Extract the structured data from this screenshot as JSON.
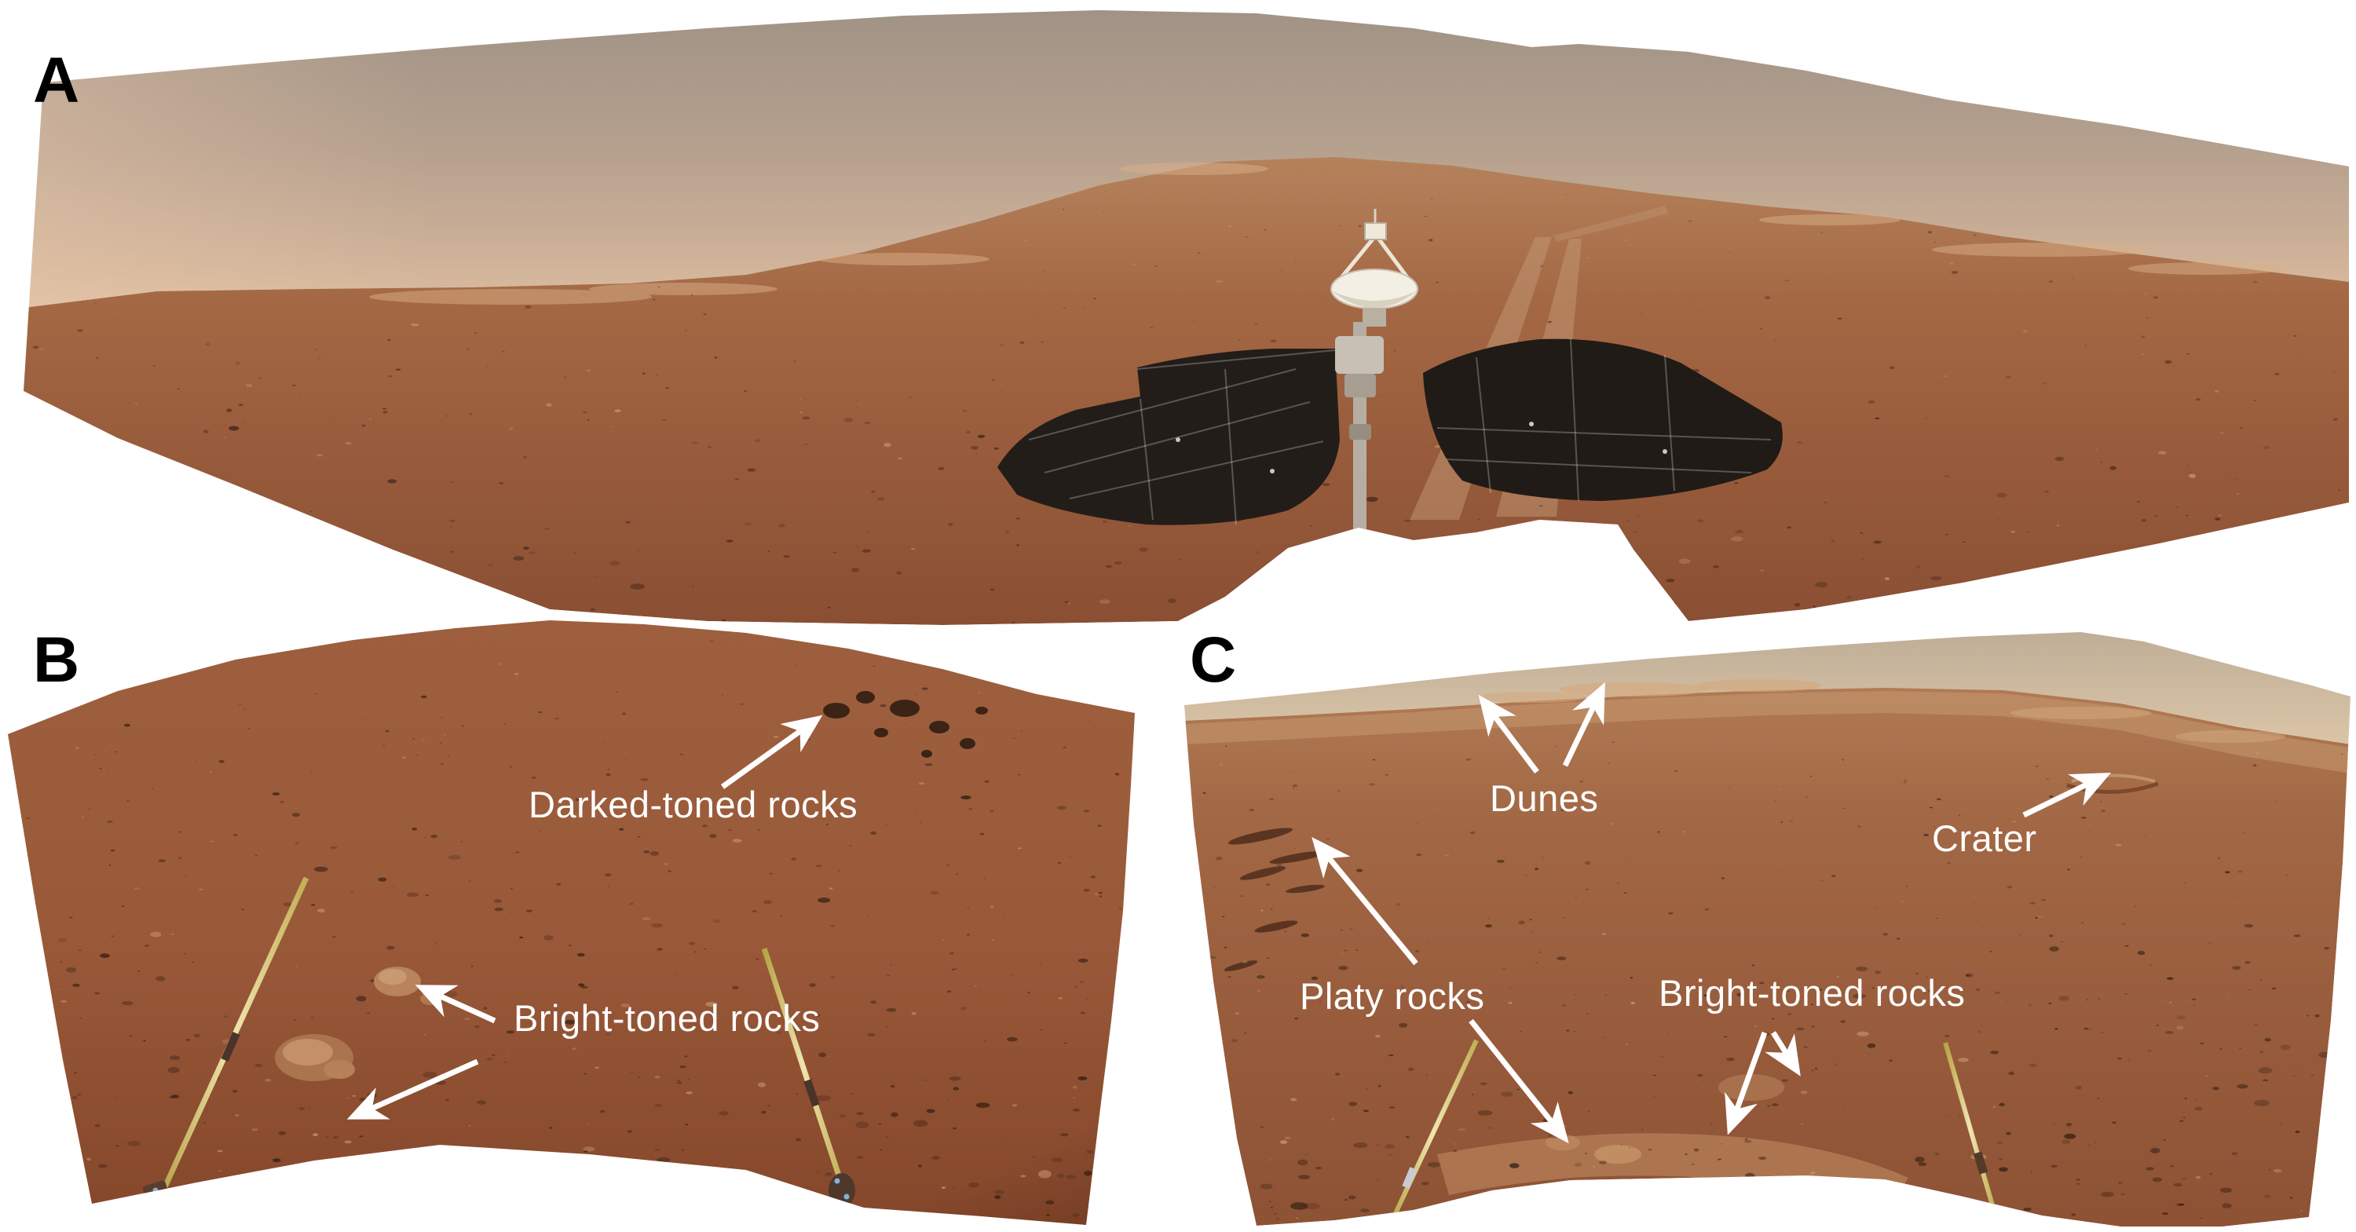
{
  "figure": {
    "description": "Three-panel Mars rover surface panorama figure",
    "panel_a": {
      "label": "A"
    },
    "panel_b": {
      "label": "B",
      "annotations": {
        "dark_rocks": "Darked-toned rocks",
        "bright_rocks": "Bright-toned rocks"
      }
    },
    "panel_c": {
      "label": "C",
      "annotations": {
        "dunes": "Dunes",
        "crater": "Crater",
        "platy_rocks": "Platy rocks",
        "bright_rocks": "Bright-toned rocks"
      }
    },
    "colors": {
      "background": "#ffffff",
      "panel_label_text": "#000000",
      "annotation_text": "#ffffff",
      "sky_top": "#9f9285",
      "sky_horizon": "#e0c2a3",
      "terrain_mid": "#9a5c3d",
      "solar_panel_dark": "#211c18",
      "antenna_white": "#f4efe5",
      "calibration_stick_yellow": "#ddcf7a"
    }
  }
}
